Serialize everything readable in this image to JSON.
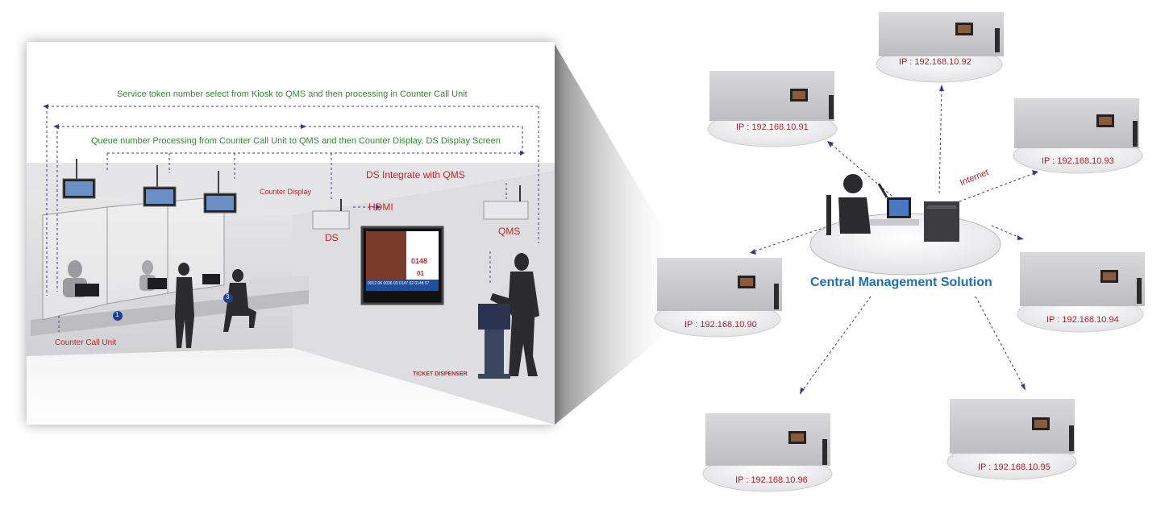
{
  "left": {
    "flow1": "Service token number select from Kiosk to QMS and then processing in Counter Call Unit",
    "flow2": "Queue number Processing from  Counter Call Unit  to QMS and then Counter Display, DS Display Screen",
    "ds_integrate": "DS Integrate with QMS",
    "counter_display": "Counter Display",
    "hdmi": "HDMI",
    "ds": "DS",
    "qms": "QMS",
    "counter_call_unit": "Counter Call Unit",
    "ticket_dispenser": "TICKET DISPENSER",
    "counters": [
      "1",
      "3"
    ],
    "screen": {
      "num1": "0148",
      "num2": "01",
      "queue_row": "0012 06 0036 03 0147 02 0148 07"
    }
  },
  "right": {
    "central": "Central  Management Solution",
    "internet": "Internet",
    "nodes": [
      {
        "ip": "IP : 192.168.10.92"
      },
      {
        "ip": "IP : 192.168.10.91"
      },
      {
        "ip": "IP : 192.168.10.93"
      },
      {
        "ip": "IP : 192.168.10.90"
      },
      {
        "ip": "IP : 192.168.10.94"
      },
      {
        "ip": "IP : 192.168.10.96"
      },
      {
        "ip": "IP : 192.168.10.95"
      }
    ]
  },
  "colors": {
    "green": "#2e8b2e",
    "red": "#c0262c",
    "blue": "#1f6fb5",
    "dash": "#3a3a8c"
  }
}
